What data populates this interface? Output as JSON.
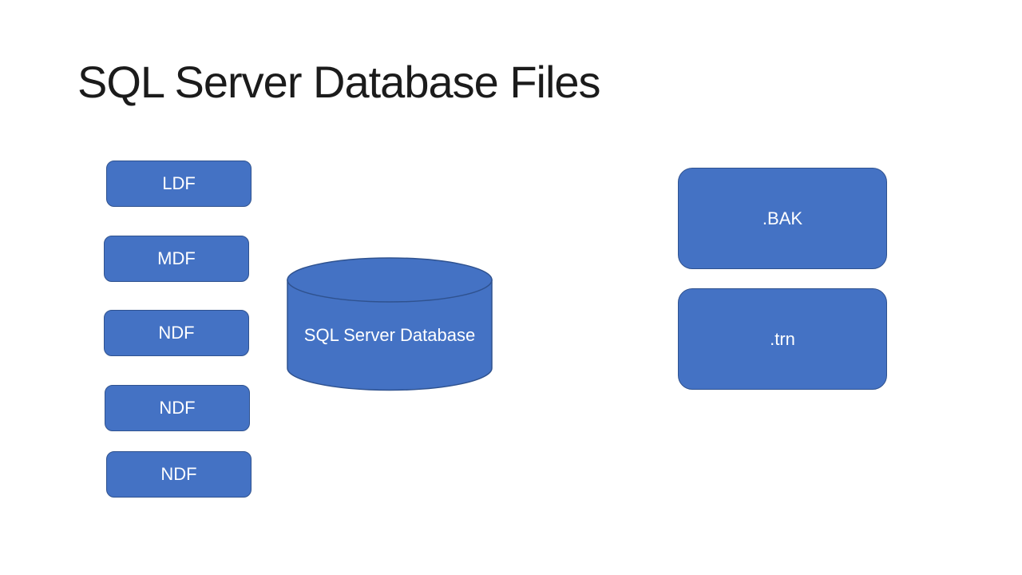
{
  "slide": {
    "title": "SQL Server Database Files",
    "file_boxes": [
      {
        "label": "LDF"
      },
      {
        "label": "MDF"
      },
      {
        "label": "NDF"
      },
      {
        "label": "NDF"
      },
      {
        "label": "NDF"
      }
    ],
    "database_cylinder": {
      "label": "SQL Server Database"
    },
    "backup_boxes": [
      {
        "label": ".BAK"
      },
      {
        "label": ".trn"
      }
    ],
    "colors": {
      "shape_fill": "#4472C4",
      "shape_border": "#2F528F",
      "shape_text": "#FFFFFF",
      "title_text": "#1B1B1B",
      "background": "#FFFFFF"
    }
  }
}
